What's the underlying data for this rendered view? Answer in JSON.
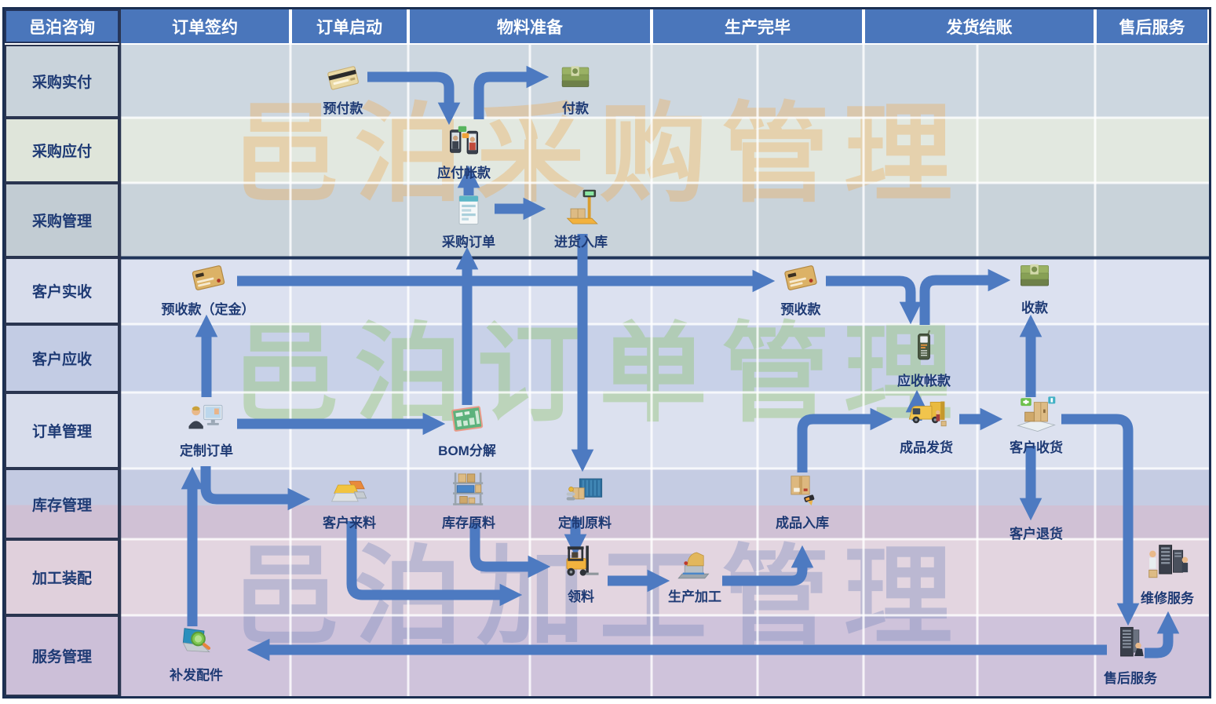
{
  "header": {
    "consultant": "邑泊咨询",
    "phases": [
      {
        "label": "订单签约"
      },
      {
        "label": "订单启动"
      },
      {
        "label": "物料准备"
      },
      {
        "label": "生产完毕"
      },
      {
        "label": "发货结账"
      },
      {
        "label": "售后服务"
      }
    ]
  },
  "lanes": [
    {
      "label": "采购实付"
    },
    {
      "label": "采购应付"
    },
    {
      "label": "采购管理"
    },
    {
      "label": "客户实收"
    },
    {
      "label": "客户应收"
    },
    {
      "label": "订单管理"
    },
    {
      "label": "库存管理"
    },
    {
      "label": "加工装配"
    },
    {
      "label": "服务管理"
    }
  ],
  "nodes": [
    {
      "label": "预付款",
      "icon": "credit-card"
    },
    {
      "label": "付款",
      "icon": "cash-stack"
    },
    {
      "label": "应付帐款",
      "icon": "phones-chat"
    },
    {
      "label": "采购订单",
      "icon": "document"
    },
    {
      "label": "进货入库",
      "icon": "weighing-scale"
    },
    {
      "label": "预收款（定金）",
      "icon": "bank-card"
    },
    {
      "label": "预收款",
      "icon": "bank-card"
    },
    {
      "label": "收款",
      "icon": "cash-stack"
    },
    {
      "label": "应收帐款",
      "icon": "pos-terminal"
    },
    {
      "label": "定制订单",
      "icon": "person-computer"
    },
    {
      "label": "BOM分解",
      "icon": "green-board"
    },
    {
      "label": "成品发货",
      "icon": "delivery-van"
    },
    {
      "label": "客户收货",
      "icon": "parcel-tablet"
    },
    {
      "label": "客户来料",
      "icon": "gold-bars"
    },
    {
      "label": "库存原料",
      "icon": "storage-rack"
    },
    {
      "label": "定制原料",
      "icon": "container"
    },
    {
      "label": "成品入库",
      "icon": "box-scanner"
    },
    {
      "label": "客户退货",
      "icon": "none"
    },
    {
      "label": "领料",
      "icon": "forklift"
    },
    {
      "label": "生产加工",
      "icon": "machine"
    },
    {
      "label": "维修服务",
      "icon": "server-repair"
    },
    {
      "label": "售后服务",
      "icon": "server"
    },
    {
      "label": "补发配件",
      "icon": "laptop-magnifier"
    }
  ],
  "watermarks": [
    {
      "text": "邑泊采购管理",
      "color": "rgba(233,176,102,0.42)"
    },
    {
      "text": "邑泊订单管理",
      "color": "rgba(148,198,122,0.45)"
    },
    {
      "text": "邑泊加工管理",
      "color": "rgba(124,138,186,0.38)"
    }
  ],
  "flows": [
    {
      "from": "预付款",
      "to": "应付帐款"
    },
    {
      "from": "应付帐款",
      "to": "付款"
    },
    {
      "from": "采购订单",
      "to": "应付帐款"
    },
    {
      "from": "采购订单",
      "to": "进货入库"
    },
    {
      "from": "BOM分解",
      "to": "采购订单"
    },
    {
      "from": "进货入库",
      "to": "定制原料"
    },
    {
      "from": "预收款（定金）",
      "to": "预收款"
    },
    {
      "from": "定制订单",
      "to": "预收款（定金）"
    },
    {
      "from": "定制订单",
      "to": "BOM分解"
    },
    {
      "from": "定制订单",
      "to": "客户来料"
    },
    {
      "from": "预收款",
      "to": "应收帐款"
    },
    {
      "from": "应收帐款",
      "to": "收款"
    },
    {
      "from": "成品发货",
      "to": "应收帐款"
    },
    {
      "from": "成品入库",
      "to": "成品发货"
    },
    {
      "from": "成品发货",
      "to": "客户收货"
    },
    {
      "from": "客户收货",
      "to": "收款"
    },
    {
      "from": "客户收货",
      "to": "客户退货"
    },
    {
      "from": "客户收货",
      "to": "售后服务"
    },
    {
      "from": "售后服务",
      "to": "维修服务"
    },
    {
      "from": "售后服务",
      "to": "补发配件"
    },
    {
      "from": "补发配件",
      "to": "定制订单"
    },
    {
      "from": "客户来料",
      "to": "领料"
    },
    {
      "from": "库存原料",
      "to": "领料"
    },
    {
      "from": "定制原料",
      "to": "领料"
    },
    {
      "from": "领料",
      "to": "生产加工"
    },
    {
      "from": "生产加工",
      "to": "成品入库"
    }
  ],
  "colors": {
    "header_blue": "#4a76bb",
    "frame_border": "#1b2f52",
    "arrow_blue": "#4d7ac1",
    "label_text_navy": "#1e3a74",
    "dark_separator": "#20355a"
  }
}
